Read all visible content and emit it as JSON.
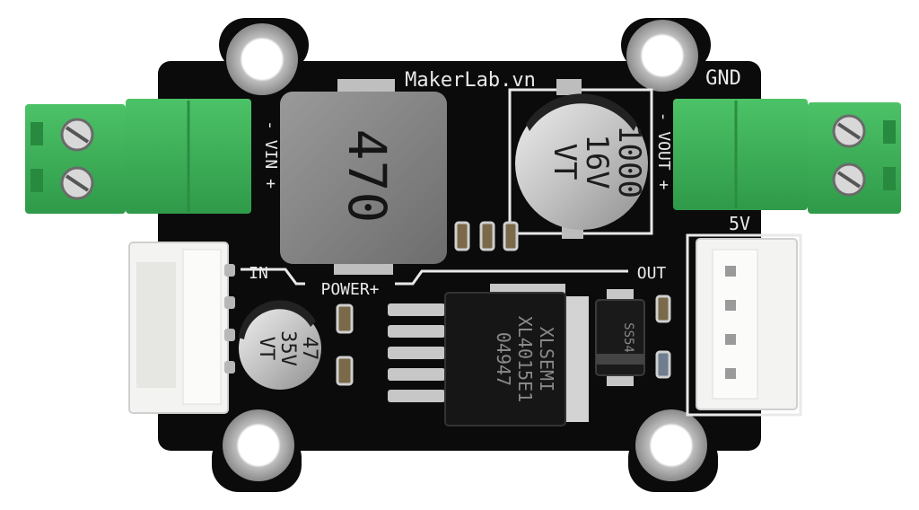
{
  "board": {
    "brand": "MakerLab.vn",
    "gnd": "GND",
    "vin": "- VIN +",
    "vout": "- VOUT +",
    "five_v": "5V",
    "in_label": "IN",
    "out_label": "OUT",
    "power_label": "POWER+"
  },
  "inductor": {
    "marking": "470"
  },
  "cap_big": {
    "l1": "1000",
    "l2": "16V",
    "l3": "VT"
  },
  "cap_small": {
    "l1": "47",
    "l2": "35V",
    "l3": "VT"
  },
  "ic": {
    "l1": "XLSEMI",
    "l2": "XL4015E1",
    "l3": "04947"
  },
  "diode": {
    "marking": "SS54"
  },
  "colors": {
    "pcb": "#0b0b0b",
    "terminal_green": "#3daf57",
    "connector_white": "#f3f3f1",
    "inductor_grey": "#7e7e7e",
    "cap_silver": "#c9c9c9"
  }
}
